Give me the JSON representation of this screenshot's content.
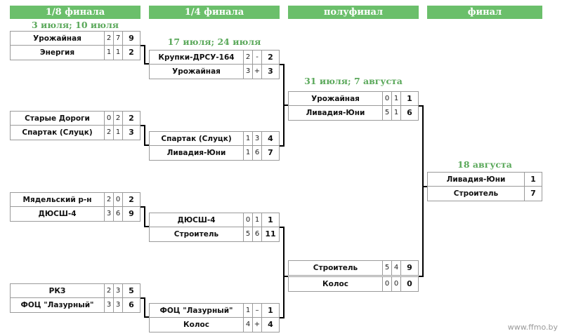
{
  "headers": [
    "1/8 финала",
    "1/4 финала",
    "полуфинал",
    "финал"
  ],
  "dates": {
    "r16": "3 июля; 10 июля",
    "qf": "17 июля; 24 июля",
    "sf": "31 июля; 7 августа",
    "final": "18 августа"
  },
  "matches": {
    "r16_1": [
      {
        "team": "Урожайная",
        "g1": "2",
        "g2": "7",
        "total": "9"
      },
      {
        "team": "Энергия",
        "g1": "1",
        "g2": "1",
        "total": "2"
      }
    ],
    "r16_2": [
      {
        "team": "Старые Дороги",
        "g1": "0",
        "g2": "2",
        "total": "2"
      },
      {
        "team": "Спартак (Слуцк)",
        "g1": "2",
        "g2": "1",
        "total": "3"
      }
    ],
    "r16_3": [
      {
        "team": "Мядельский р-н",
        "g1": "2",
        "g2": "0",
        "total": "2"
      },
      {
        "team": "ДЮСШ-4",
        "g1": "3",
        "g2": "6",
        "total": "9"
      }
    ],
    "r16_4": [
      {
        "team": "РКЗ",
        "g1": "2",
        "g2": "3",
        "total": "5"
      },
      {
        "team": "ФОЦ \"Лазурный\"",
        "g1": "3",
        "g2": "3",
        "total": "6"
      }
    ],
    "qf_1": [
      {
        "team": "Крупки-ДРСУ-164",
        "g1": "2",
        "g2": "-",
        "total": "2"
      },
      {
        "team": "Урожайная",
        "g1": "3",
        "g2": "+",
        "total": "3"
      }
    ],
    "qf_2": [
      {
        "team": "Спартак (Слуцк)",
        "g1": "1",
        "g2": "3",
        "total": "4"
      },
      {
        "team": "Ливадия-Юни",
        "g1": "1",
        "g2": "6",
        "total": "7"
      }
    ],
    "qf_3": [
      {
        "team": "ДЮСШ-4",
        "g1": "0",
        "g2": "1",
        "total": "1"
      },
      {
        "team": "Строитель",
        "g1": "5",
        "g2": "6",
        "total": "11"
      }
    ],
    "qf_4": [
      {
        "team": "ФОЦ \"Лазурный\"",
        "g1": "1",
        "g2": "–",
        "total": "1"
      },
      {
        "team": "Колос",
        "g1": "4",
        "g2": "+",
        "total": "4"
      }
    ],
    "sf_1": [
      {
        "team": "Урожайная",
        "g1": "0",
        "g2": "1",
        "total": "1"
      },
      {
        "team": "Ливадия-Юни",
        "g1": "5",
        "g2": "1",
        "total": "6"
      }
    ],
    "sf_2": [
      {
        "team": "Строитель",
        "g1": "5",
        "g2": "4",
        "total": "9"
      },
      {
        "team": "Колос",
        "g1": "0",
        "g2": "0",
        "total": "0"
      }
    ],
    "final": [
      {
        "team": "Ливадия-Юни",
        "total": "1"
      },
      {
        "team": "Строитель",
        "total": "7"
      }
    ]
  },
  "watermark": "www.ffmo.by"
}
